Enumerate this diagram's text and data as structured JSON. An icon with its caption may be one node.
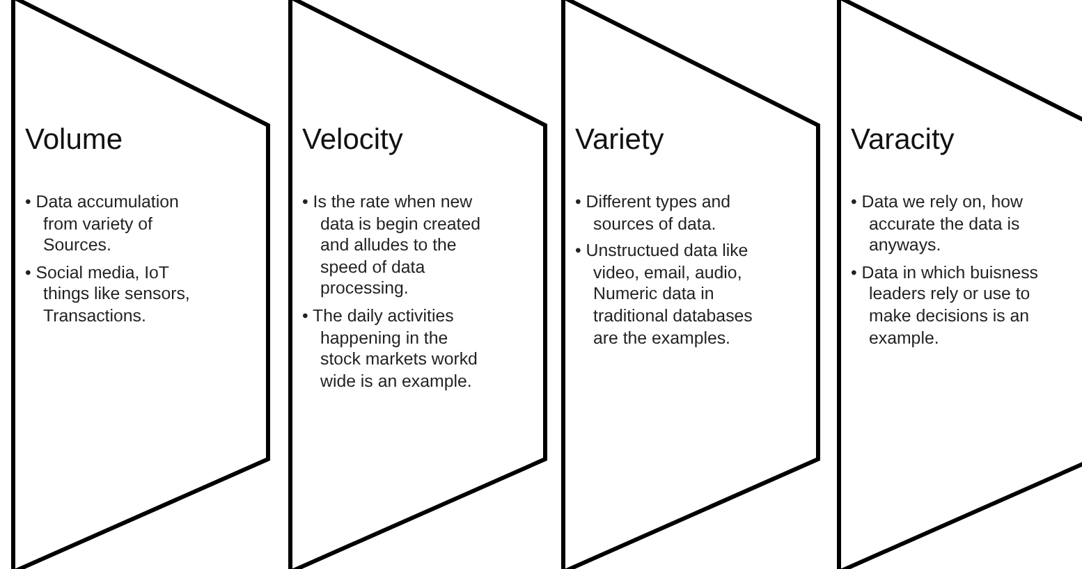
{
  "diagram": {
    "nodes": [
      {
        "text": [
          "Volume",
          "• Data accumulation from variety of Sources.",
          "• Social media, IoT things like sensors, Transactions."
        ]
      },
      {
        "text": [
          "Velocity",
          "• Is the rate when new data is begin created and alludes to the speed of data processing.",
          "• The daily activities happening in the stock markets workd wide is an example."
        ]
      },
      {
        "text": [
          "Variety",
          "• Different types and sources of data.",
          "• Unstructued data like video, email, audio, Numeric data in traditional databases are the examples."
        ]
      },
      {
        "text": [
          "Varacity",
          "• Data we rely on, how accurate the data is anyways.",
          "• Data in which buisness leaders rely or use to make decisions is an example."
        ]
      }
    ]
  }
}
